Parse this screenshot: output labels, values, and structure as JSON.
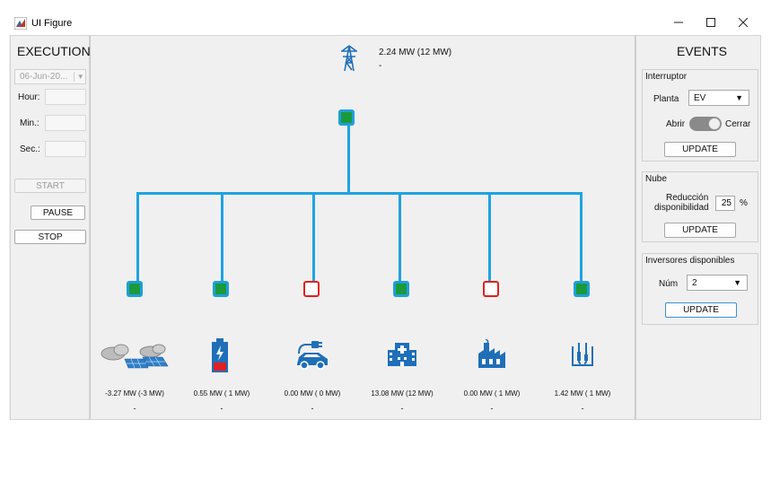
{
  "window": {
    "title": "UI Figure"
  },
  "execution": {
    "title": "EXECUTION",
    "date_value": "06-Jun-20...",
    "hour_label": "Hour:",
    "min_label": "Min.:",
    "sec_label": "Sec.:",
    "start_label": "START",
    "pause_label": "PAUSE",
    "stop_label": "STOP"
  },
  "grid": {
    "top": {
      "power": "2.24 MW (12 MW)",
      "status": "-"
    },
    "feeders": [
      {
        "name": "solar-weather",
        "power": "-3.27 MW (-3 MW)",
        "status": "-",
        "state": "on",
        "icon": "cloud-solar-icon"
      },
      {
        "name": "battery",
        "power": "0.55 MW ( 1 MW)",
        "status": "-",
        "state": "on",
        "icon": "battery-icon"
      },
      {
        "name": "ev-charger",
        "power": "0.00 MW ( 0 MW)",
        "status": "-",
        "state": "off",
        "icon": "ev-car-icon"
      },
      {
        "name": "hospital",
        "power": "13.08 MW (12 MW)",
        "status": "-",
        "state": "on",
        "icon": "hospital-icon"
      },
      {
        "name": "factory",
        "power": "0.00 MW ( 1 MW)",
        "status": "-",
        "state": "off",
        "icon": "factory-icon"
      },
      {
        "name": "lab",
        "power": "1.42 MW ( 1 MW)",
        "status": "-",
        "state": "on",
        "icon": "lab-tubes-icon"
      }
    ],
    "colors": {
      "line": "#1fa3e0",
      "on": "#1a9a3a",
      "off": "#e02020",
      "icon": "#1f6fb8"
    }
  },
  "events": {
    "title": "EVENTS",
    "interruptor": {
      "title": "Interruptor",
      "planta_label": "Planta",
      "planta_value": "EV",
      "abrir_label": "Abrir",
      "cerrar_label": "Cerrar",
      "update_label": "UPDATE"
    },
    "nube": {
      "title": "Nube",
      "reduccion_label_1": "Reducción",
      "reduccion_label_2": "disponibilidad",
      "reduccion_value": "25",
      "unit": "%",
      "update_label": "UPDATE"
    },
    "inversores": {
      "title": "Inversores disponibles",
      "num_label": "Núm",
      "num_value": "2",
      "update_label": "UPDATE"
    }
  }
}
